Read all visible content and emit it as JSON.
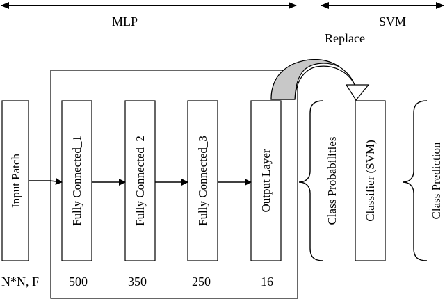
{
  "header": {
    "mlp_label": "MLP",
    "svm_label": "SVM",
    "replace_label": "Replace"
  },
  "nodes": {
    "input": "Input Patch",
    "fc1": "Fully Connected_1",
    "fc2": "Fully Connected_2",
    "fc3": "Fully Connected_3",
    "output": "Output Layer",
    "probabilities": "Class Probabilities",
    "classifier": "Classifier (SVM)",
    "prediction": "Class Prediction"
  },
  "sizes": {
    "input": "N*N, F",
    "fc1": "500",
    "fc2": "350",
    "fc3": "250",
    "output": "16"
  },
  "colors": {
    "stroke": "#000000",
    "replace_arrow_fill": "#c8c8c8"
  }
}
